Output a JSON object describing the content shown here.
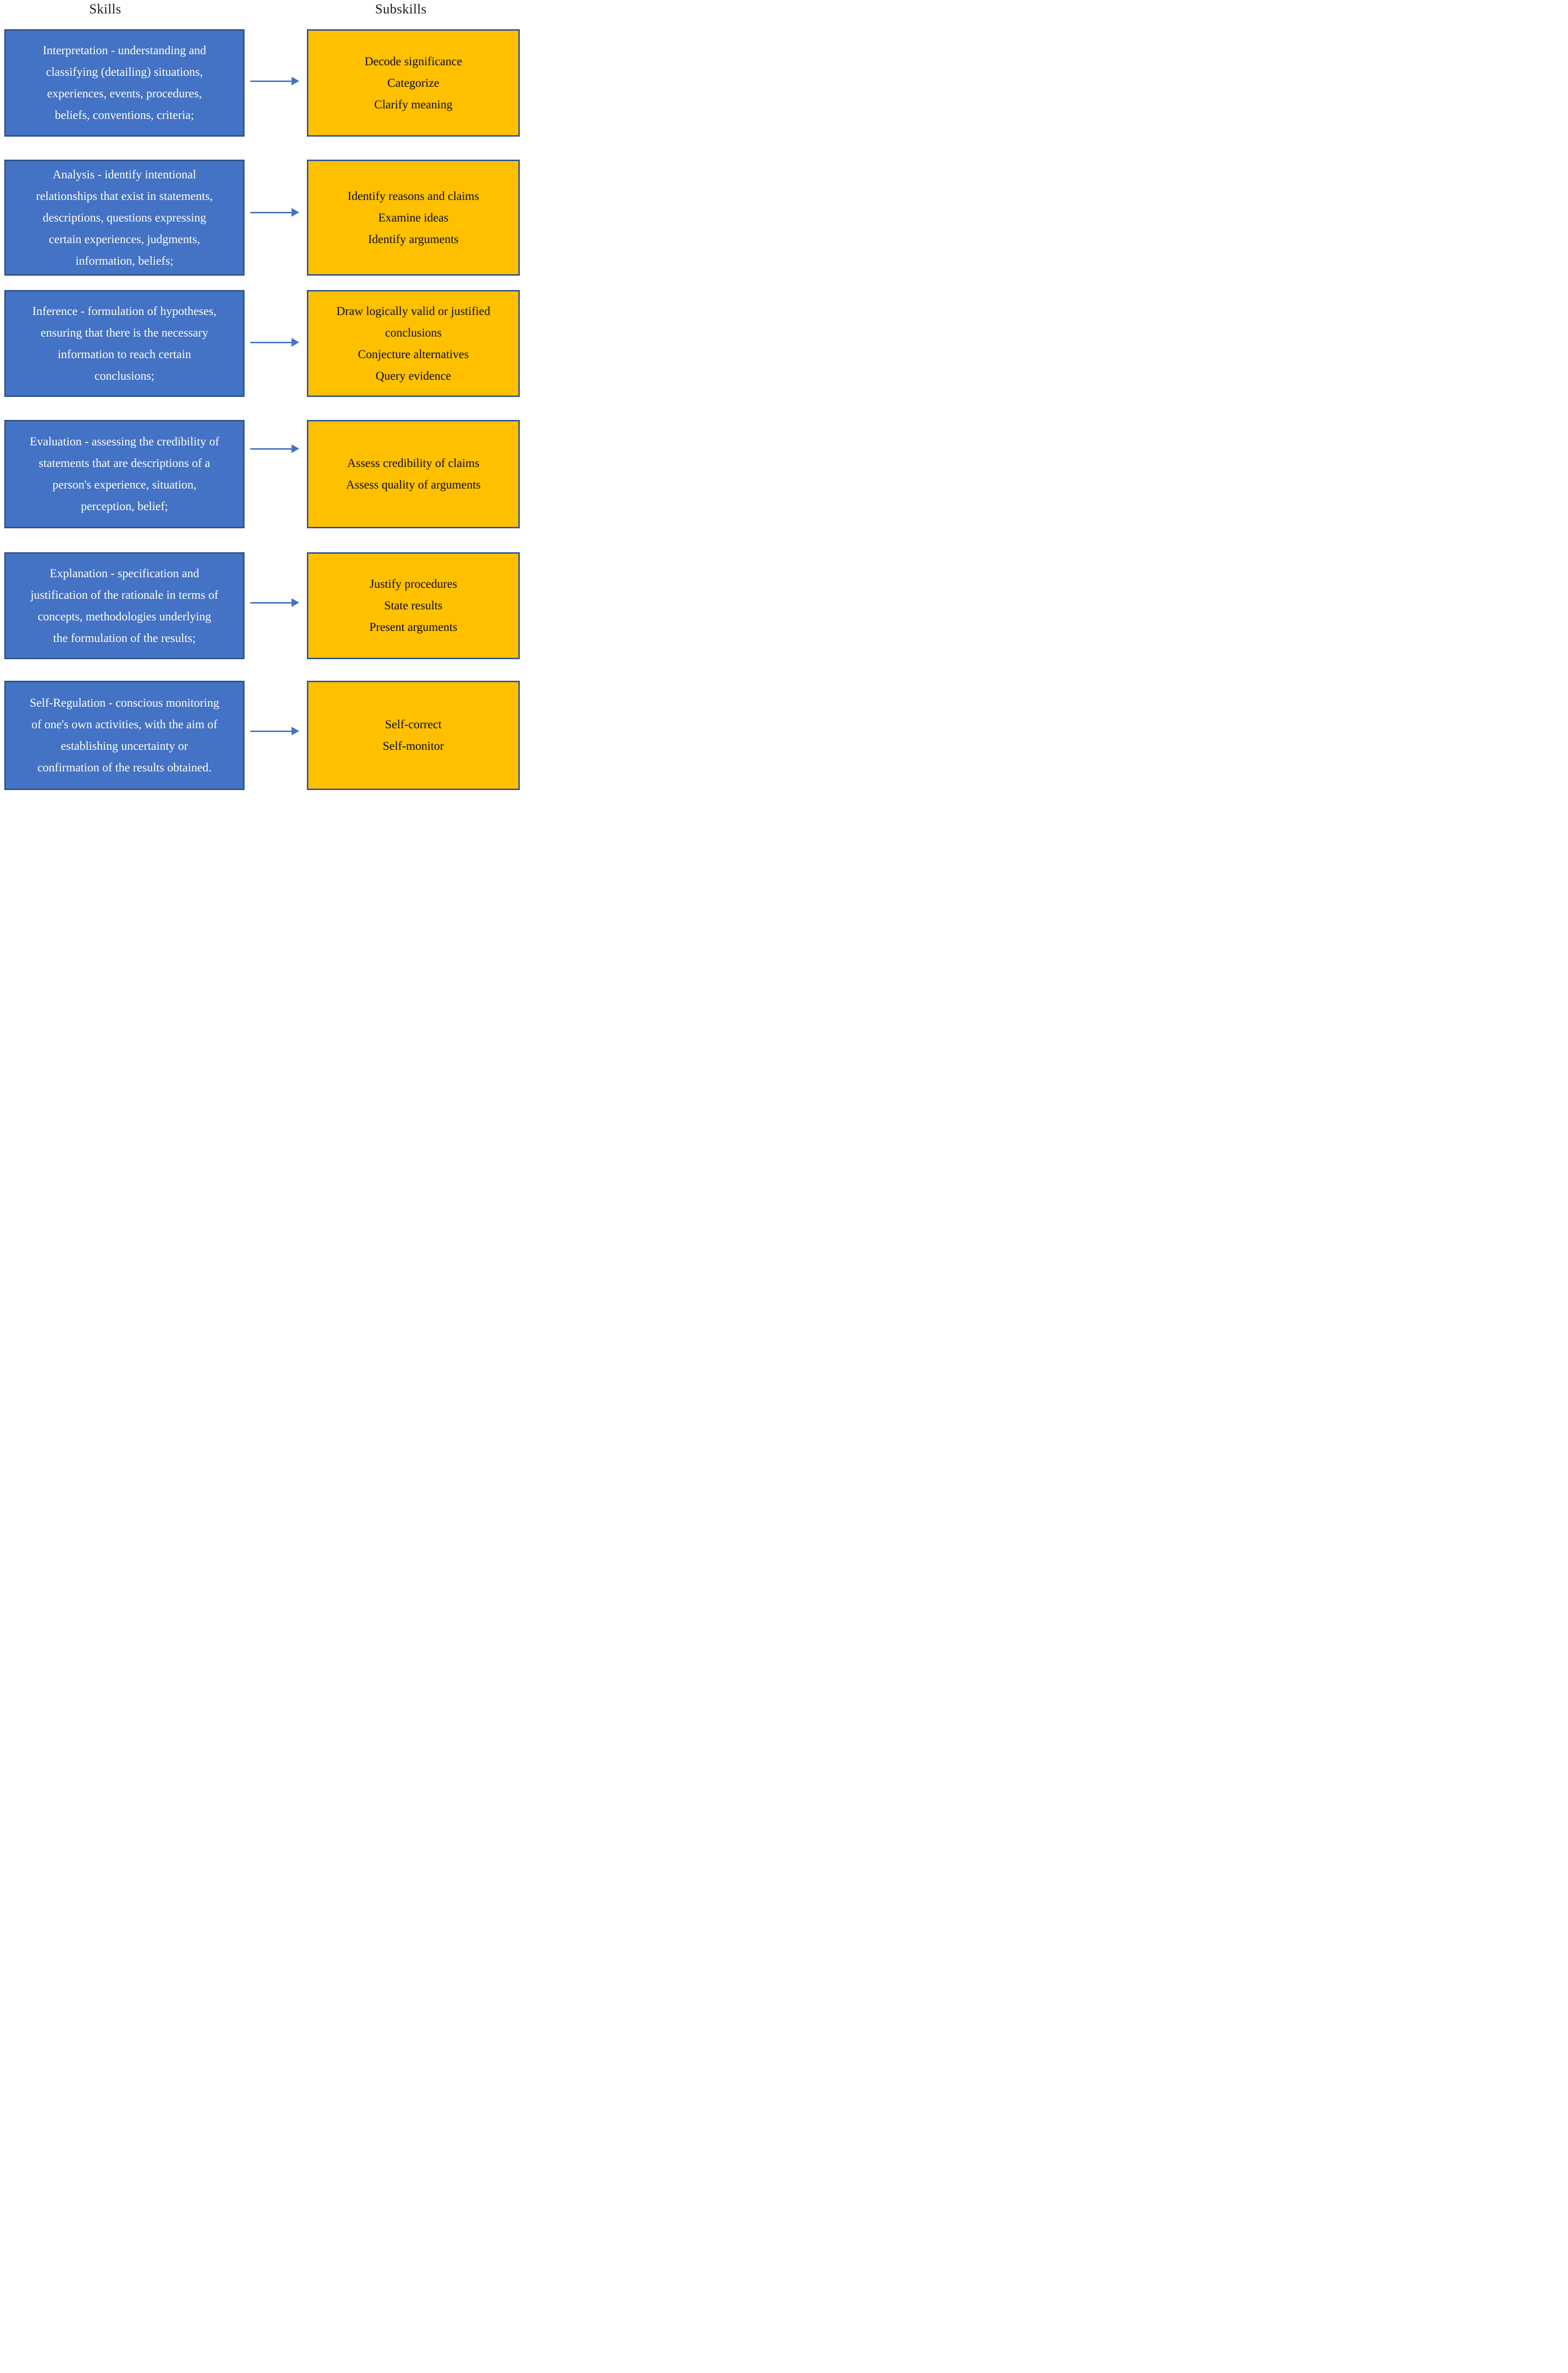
{
  "diagram": {
    "title_skills": "Skills",
    "title_subskills": "Subskills",
    "colors": {
      "background": "#FFFFFF",
      "heading_text": "#1A1A1A",
      "skill_fill": "#4472C4",
      "skill_border": "#2F5185",
      "skill_text": "#FFFFFF",
      "subskill_fill": "#FFC000",
      "subskill_border": "#2F5496",
      "subskill_text": "#0D0D0D",
      "arrow": "#4472C4"
    },
    "rows": [
      {
        "skill_name": "Interpretation",
        "skill_lines": [
          "Interpretation - understanding and",
          "classifying (detailing) situations,",
          "experiences, events, procedures,",
          "beliefs, conventions, criteria;"
        ],
        "subskill_lines": [
          "Decode significance",
          "Categorize",
          "Clarify meaning"
        ]
      },
      {
        "skill_name": "Analysis",
        "skill_lines": [
          "Analysis - identify intentional",
          "relationships that exist in statements,",
          "descriptions, questions expressing",
          "certain experiences, judgments,",
          "information, beliefs;"
        ],
        "subskill_lines": [
          "Identify reasons and claims",
          "Examine ideas",
          "Identify arguments"
        ]
      },
      {
        "skill_name": "Inference",
        "skill_lines": [
          "Inference - formulation of hypotheses,",
          "ensuring that there is the necessary",
          "information to reach certain",
          "conclusions;"
        ],
        "subskill_lines": [
          "Draw logically valid or justified",
          "conclusions",
          "Conjecture alternatives",
          "Query evidence"
        ]
      },
      {
        "skill_name": "Evaluation",
        "skill_lines": [
          "Evaluation - assessing the credibility of",
          "statements that are descriptions of a",
          "person's experience, situation,",
          "perception, belief;"
        ],
        "subskill_lines": [
          "Assess credibility of claims",
          "Assess quality of arguments"
        ]
      },
      {
        "skill_name": "Explanation",
        "skill_lines": [
          "Explanation - specification and",
          "justification of the rationale in terms of",
          "concepts, methodologies underlying",
          "the formulation of the results;"
        ],
        "subskill_lines": [
          "Justify procedures",
          "State results",
          "Present arguments"
        ]
      },
      {
        "skill_name": "Self-Regulation",
        "skill_lines": [
          "Self-Regulation - conscious monitoring",
          "of one's own activities, with the aim of",
          "establishing uncertainty or",
          "confirmation of the results obtained."
        ],
        "subskill_lines": [
          "Self-correct",
          "Self-monitor"
        ]
      }
    ]
  }
}
